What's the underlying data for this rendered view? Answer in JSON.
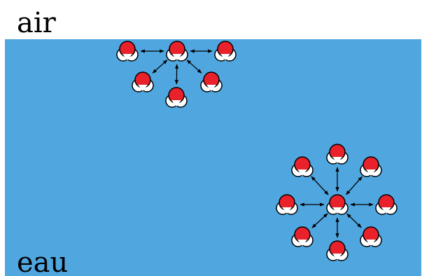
{
  "labels": {
    "air": "air",
    "water": "eau"
  },
  "colors": {
    "water": "#50a6df",
    "oxygen": "#e8212a",
    "hydrogen": "#ffffff",
    "outline": "#000000"
  },
  "icons": {
    "molecule": "water-molecule-icon",
    "bond": "double-arrow"
  }
}
